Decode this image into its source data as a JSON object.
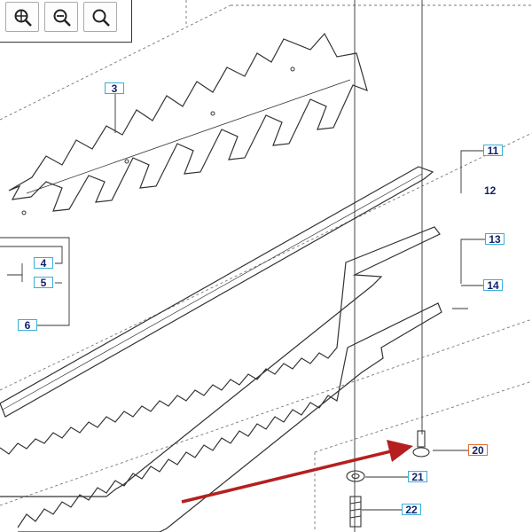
{
  "toolbar": {
    "zoom_fit": "zoom-fit-icon",
    "zoom_out": "zoom-out-icon",
    "zoom_in": "zoom-in-icon"
  },
  "colors": {
    "line": "#333333",
    "callout_border": "#3aaed8",
    "callout_text": "#12236b",
    "highlight_border": "#e46b2c",
    "arrow": "#b51f1f"
  },
  "callouts": {
    "c3": "3",
    "c4": "4",
    "c5": "5",
    "c6": "6",
    "c11": "11",
    "c12": "12",
    "c13": "13",
    "c14": "14",
    "c20": "20",
    "c21": "21",
    "c22": "22"
  }
}
